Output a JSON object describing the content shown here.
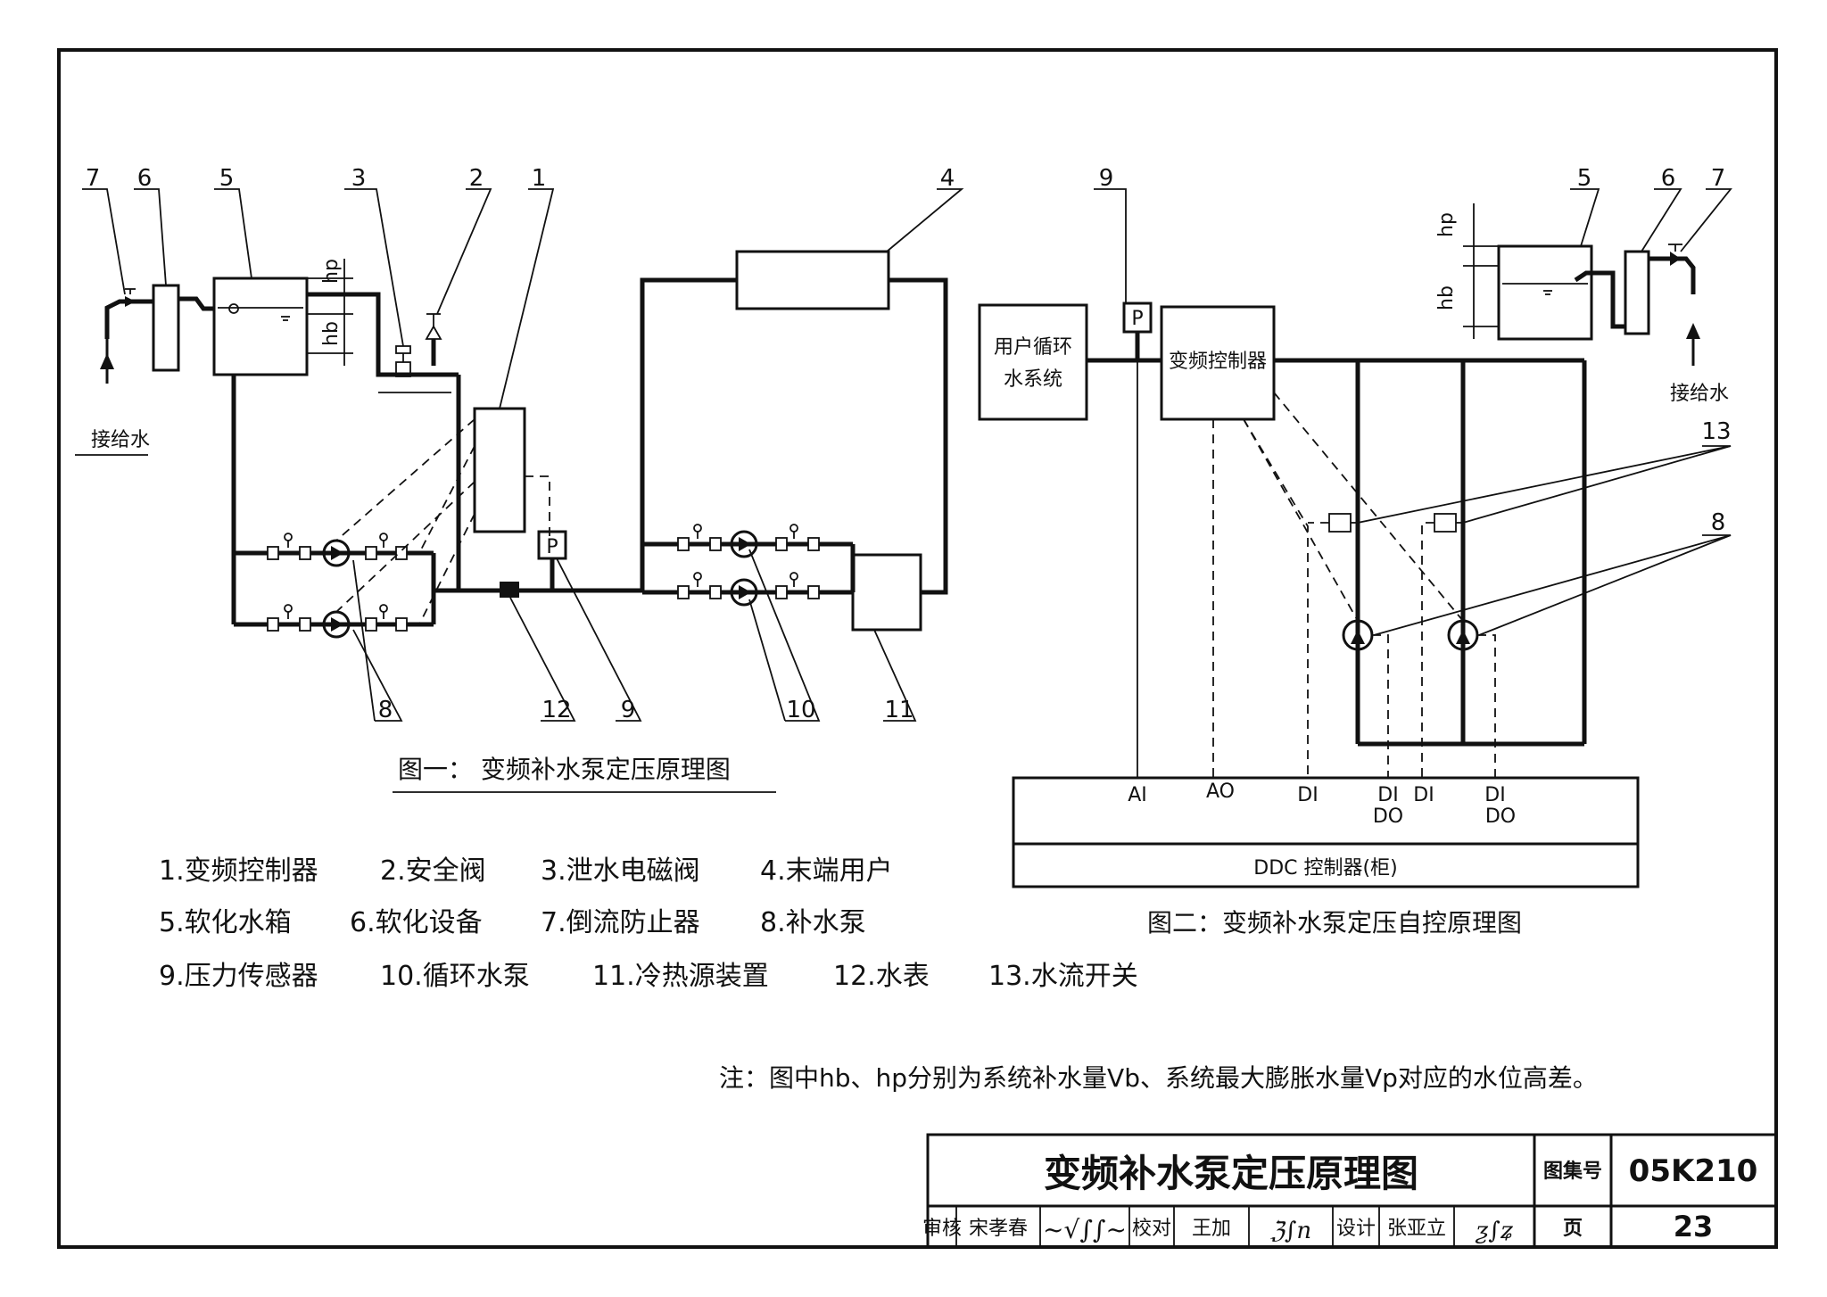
{
  "fig1": {
    "caption": "图一： 变频补水泵定压原理图",
    "callouts": [
      "7",
      "6",
      "5",
      "3",
      "2",
      "1",
      "4",
      "8",
      "12",
      "9",
      "10",
      "11"
    ],
    "supply_label": "接给水",
    "hp": "hp",
    "hb": "hb",
    "pressure_symbol": "P"
  },
  "fig2": {
    "caption": "图二：变频补水泵定压自控原理图",
    "callouts": [
      "9",
      "5",
      "6",
      "7",
      "13",
      "8"
    ],
    "user_system_label": [
      "用户循环",
      "水系统"
    ],
    "vfd_label": "变频控制器",
    "supply_label": "接给水",
    "hp": "hp",
    "hb": "hb",
    "pressure_symbol": "P",
    "io_labels": [
      "AI",
      "AO",
      "DI",
      "DI",
      "DO",
      "DI",
      "DI",
      "DO"
    ],
    "ddc_label": "DDC 控制器(柜)"
  },
  "legend": [
    [
      "1.变频控制器",
      "2.安全阀",
      "3.泄水电磁阀",
      "4.末端用户"
    ],
    [
      "5.软化水箱",
      "6.软化设备",
      "7.倒流防止器",
      "8.补水泵"
    ],
    [
      "9.压力传感器",
      "10.循环水泵",
      "11.冷热源装置",
      "12.水表",
      "13.水流开关"
    ]
  ],
  "note": "注：图中hb、hp分别为系统补水量Vb、系统最大膨胀水量Vp对应的水位高差。",
  "title_block": {
    "title": "变频补水泵定压原理图",
    "atlas_label": "图集号",
    "atlas_no": "05K210",
    "page_label": "页",
    "page_no": "23",
    "review_label": "审核",
    "reviewer": "宋孝春",
    "check_label": "校对",
    "checker": "王加",
    "design_label": "设计",
    "designer": "张亚立"
  }
}
